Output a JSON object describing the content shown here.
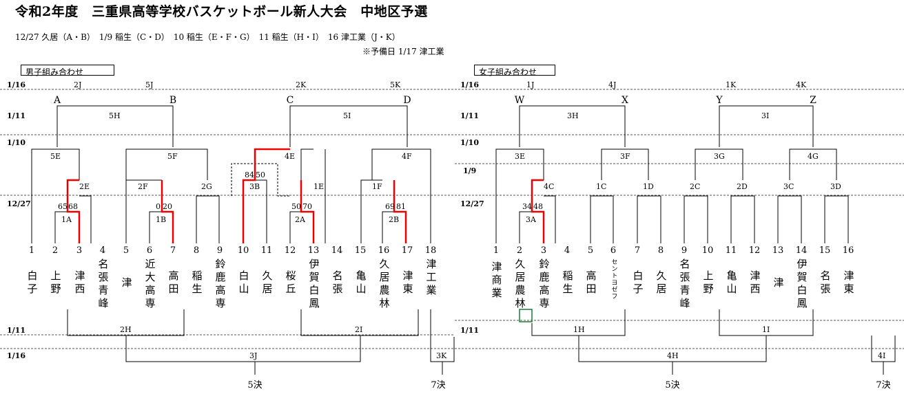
{
  "title": "令和2年度　三重県高等学校バスケットボール新人大会　中地区予選",
  "schedule": "12/27 久居（A・B）　1/9 稲生（C・D）　10 稲生（E・F・G）　11 稲生（H・I）　16 津工業（J・K）",
  "reserve": "※予備日 1/17 津工業",
  "date_labels": {
    "d116": "1/16",
    "d111": "1/11",
    "d110": "1/10",
    "d19": "1/9",
    "d1227": "12/27"
  },
  "men": {
    "tag": "男子組み合わせ",
    "court_top": [
      "2J",
      "5J",
      "2K",
      "5K"
    ],
    "groups": [
      "A",
      "B",
      "C",
      "D"
    ],
    "games": {
      "h5": "5H",
      "i5": "5I",
      "e5": "5E",
      "f5": "5F",
      "e4": "4E",
      "f4": "4F",
      "e2": "2E",
      "f2": "2F",
      "g2": "2G",
      "b3": "3B",
      "e1": "1E",
      "f1": "1F",
      "a1": "1A",
      "b1": "1B",
      "a2": "2A",
      "b2": "2B",
      "h2": "2H",
      "i2": "2I",
      "j3": "3J",
      "k3": "3K"
    },
    "scores": {
      "a1_l": "65",
      "a1_r": "68",
      "b1_l": "0",
      "b1_r": "20",
      "b3_l": "84",
      "b3_r": "50",
      "a2_l": "50",
      "a2_r": "70",
      "b2_l": "69",
      "b2_r": "81"
    },
    "finals": {
      "fifth": "5決",
      "seventh": "7決"
    },
    "teams": [
      {
        "num": "1",
        "name": "白子"
      },
      {
        "num": "2",
        "name": "上野"
      },
      {
        "num": "3",
        "name": "津西"
      },
      {
        "num": "4",
        "name": "名張青峰"
      },
      {
        "num": "5",
        "name": "津"
      },
      {
        "num": "6",
        "name": "近大高専"
      },
      {
        "num": "7",
        "name": "高田"
      },
      {
        "num": "8",
        "name": "稲生"
      },
      {
        "num": "9",
        "name": "鈴鹿高専"
      },
      {
        "num": "10",
        "name": "白山"
      },
      {
        "num": "11",
        "name": "久居"
      },
      {
        "num": "12",
        "name": "桜丘"
      },
      {
        "num": "13",
        "name": "伊賀白鳳"
      },
      {
        "num": "14",
        "name": "名張"
      },
      {
        "num": "15",
        "name": "亀山"
      },
      {
        "num": "16",
        "name": "久居農林"
      },
      {
        "num": "17",
        "name": "津東"
      },
      {
        "num": "18",
        "name": "津工業"
      }
    ]
  },
  "women": {
    "tag": "女子組み合わせ",
    "court_top": [
      "1J",
      "4J",
      "1K",
      "4K"
    ],
    "groups": [
      "W",
      "X",
      "Y",
      "Z"
    ],
    "games": {
      "h3": "3H",
      "i3": "3I",
      "e3": "3E",
      "f3": "3F",
      "g3": "3G",
      "g4": "4G",
      "c4": "4C",
      "c1": "1C",
      "d1": "1D",
      "c2": "2C",
      "d2": "2D",
      "c3": "3C",
      "d3": "3D",
      "a3": "3A",
      "h1": "1H",
      "i1": "1I",
      "h4": "4H",
      "i4": "4I"
    },
    "scores": {
      "a3_l": "34",
      "a3_r": "48"
    },
    "finals": {
      "fifth": "5決",
      "seventh": "7決"
    },
    "teams": [
      {
        "num": "1",
        "name": "津商業"
      },
      {
        "num": "2",
        "name": "久居農林"
      },
      {
        "num": "3",
        "name": "鈴鹿高専"
      },
      {
        "num": "4",
        "name": "稲生"
      },
      {
        "num": "5",
        "name": "高田"
      },
      {
        "num": "6",
        "name": "セントヨゼフ"
      },
      {
        "num": "7",
        "name": "白子"
      },
      {
        "num": "8",
        "name": "久居"
      },
      {
        "num": "9",
        "name": "名張青峰"
      },
      {
        "num": "10",
        "name": "上野"
      },
      {
        "num": "11",
        "name": "亀山"
      },
      {
        "num": "12",
        "name": "津西"
      },
      {
        "num": "13",
        "name": "津"
      },
      {
        "num": "14",
        "name": "伊賀白鳳"
      },
      {
        "num": "15",
        "name": "名張"
      },
      {
        "num": "16",
        "name": "津東"
      }
    ]
  }
}
